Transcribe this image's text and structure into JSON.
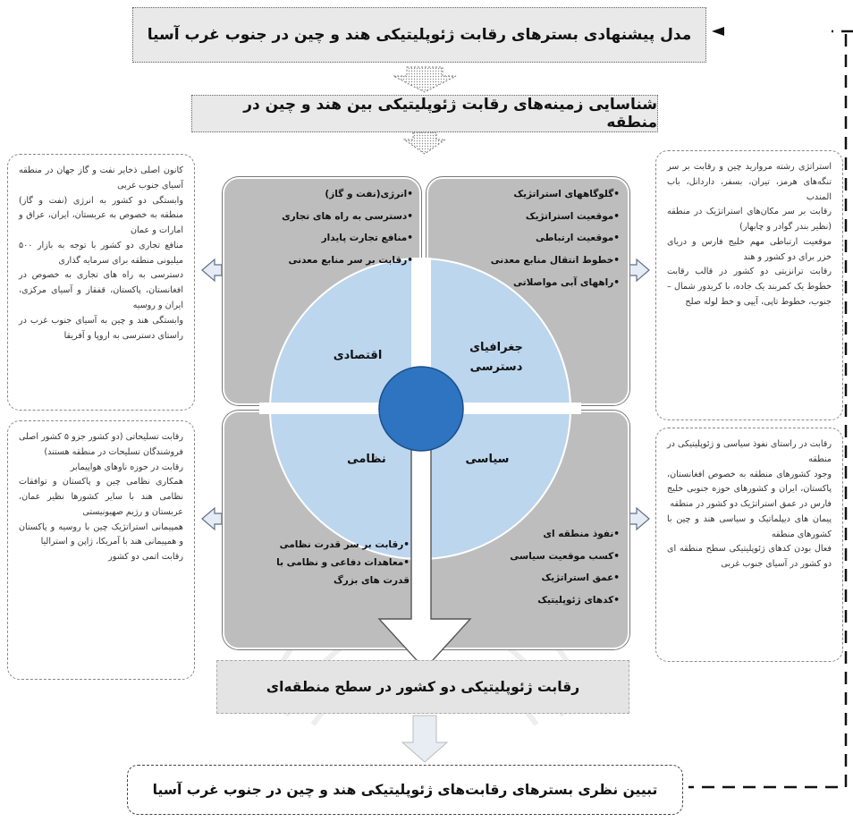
{
  "top_title": "مدل پیشنهادی بسترهای رقابت ژئوپلیتیکی هند و چین در جنوب غرب آسیا",
  "second_title": "شناسایی زمینه‌های رقابت ژئوپلیتیکی بین هند و چین در منطقه",
  "center_result": "رقابت ژئوپلیتیکی دو کشور در سطح منطقه‌ای",
  "bottom_title": "تبیین نظری بسترهای رقابت‌های ژئوپلیتیکی هند و چین در جنوب غرب آسیا",
  "quadrants": {
    "economic": {
      "label": "اقتصادی",
      "items": [
        "•انرژی(نفت و گاز)",
        "•دسترسی به راه های تجاری",
        "•منافع تجارت پایدار",
        "•رقابت بر سر منابع معدنی"
      ]
    },
    "geographic": {
      "label_line1": "جغرافیای",
      "label_line2": "دسترسی",
      "items": [
        "•گلوگاههای استراتژیک",
        "•موقعیت استراتژیک",
        "•موقعیت ارتباطی",
        "•خطوط انتقال منابع معدنی",
        "•راههای آبی مواصلاتی"
      ]
    },
    "military": {
      "label": "نظامی",
      "items": [
        "•رقابت بر سر قدرت نظامی",
        "•معاهدات دفاعی و نظامی با",
        "قدرت های بزرگ"
      ]
    },
    "political": {
      "label": "سیاسی",
      "items": [
        "•نفوذ منطقه ای",
        "•کسب موقعیت سیاسی",
        "•عمق استراتژیک",
        "•کدهای ژئوپلیتیک"
      ]
    }
  },
  "side_boxes": {
    "left_top": [
      "کانون اصلی ذخایر نفت و گاز جهان در منطقه آسیای جنوب غربی",
      "وابستگی دو کشور به انرژی (نفت و گاز) منطقه به خصوص به عربستان، ایران، عراق و امارات و عمان",
      "منافع تجاری دو کشور با توجه به بازار ۵۰۰ میلیونی منطقه برای سرمایه گذاری",
      "دسترسی به راه های تجاری به خصوص در افغانستان، پاکستان، قفقاز و آسیای مرکزی، ایران و روسیه",
      "وابستگی هند و چین به آسیای جنوب غرب در راستای دسترسی به اروپا و آفریقا"
    ],
    "right_top": [
      "استراتژی رشته مروارید چین و رقابت بر سر تنگه‌های هرمز، تیران، بسفر، داردانل، باب المندب",
      "رقابت بر سر مکان‌های استراتژیک در منطقه (نظیر بندر گوادر و چابهار)",
      "موقعیت ارتباطی مهم خلیج فارس و دریای خزر برای دو کشور و هند",
      "رقابت ترانزیتی دو کشور در قالب رقابت خطوط یک کمربند یک جاده، با کریدور شمال – جنوب، خطوط تاپی، آیپی و خط لوله صلح"
    ],
    "left_bottom": [
      "رقابت تسلیحاتی (دو کشور جزو ۵ کشور اصلی فروشندگان تسلیحات در منطقه هستند)",
      "رقابت در حوزه ناوهای هواپیمابر",
      "همکاری نظامی چین و پاکستان و توافقات نظامی هند با سایر کشورها نظیر عمان، عربستان و رژیم صهیونیستی",
      "همپیمانی استراتژیک چین با روسیه و پاکستان و همپیمانی هند با آمریکا، ژاپن و استرالیا",
      "رقابت اتمی دو کشور"
    ],
    "right_bottom": [
      "رقابت در راستای نفوذ سیاسی و ژئوپلیتیکی در منطقه",
      "وجود کشورهای منطقه به خصوص افغانستان، پاکستان، ایران و کشورهای حوزه جنوبی خلیج فارس در عمق استراتژیک دو کشور در منطقه",
      "پیمان های دیپلماتیک و سیاسی هند و چین با کشورهای منطقه",
      "فعال بودن کدهای ژئوپلیتیکی سطح منطقه ای دو کشور در آسیای جنوب غربی"
    ]
  },
  "colors": {
    "quadrant_gray": "#bdbdbd",
    "circle_light_blue": "#bcd6ee",
    "center_blue": "#2e74c0",
    "title_gray": "#e9e9e9"
  }
}
